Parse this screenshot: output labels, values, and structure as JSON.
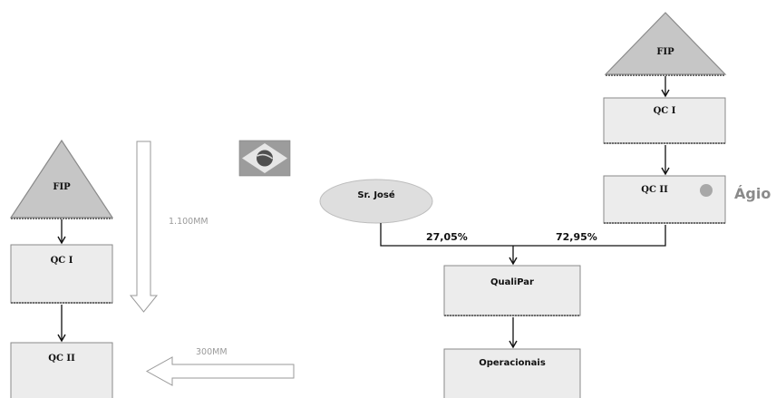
{
  "diagram": {
    "left": {
      "fip": "FIP",
      "qc1": "QC I",
      "qc2": "QC II",
      "amount_down": "1.100MM",
      "amount_left": "300MM"
    },
    "right": {
      "fip": "FIP",
      "qc1": "QC I",
      "qc2": "QC II",
      "brand_fragment": "Ágio",
      "person": "Sr. José",
      "pct_person": "27,05%",
      "pct_fund": "72,95%",
      "holding": "QualiPar",
      "operations": "Operacionais"
    },
    "flag_icon": "brazil-flag-icon",
    "colors": {
      "box_fill": "#ececec",
      "box_border": "#7d7d7d",
      "triangle_fill": "#c6c6c6",
      "ellipse_fill": "#dedede",
      "brand_dot": "#a8a8a8"
    }
  }
}
